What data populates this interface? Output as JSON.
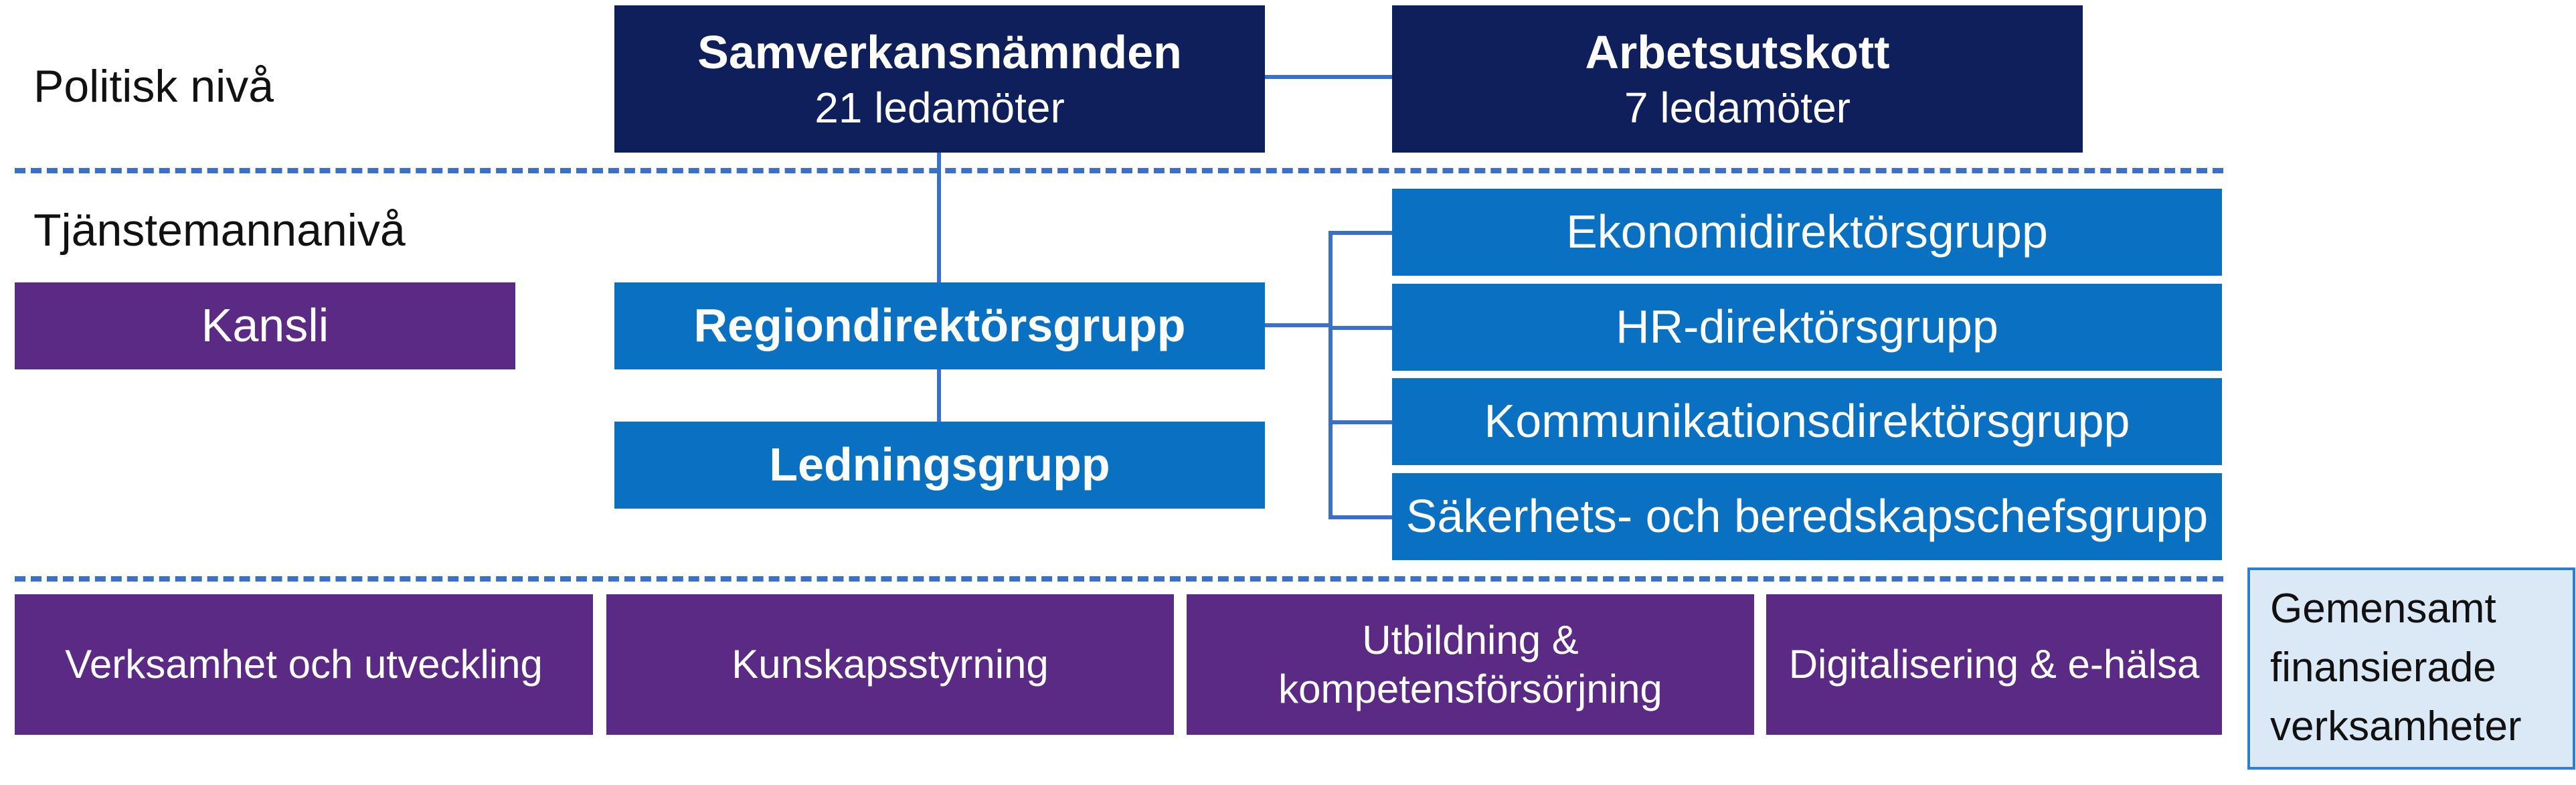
{
  "levels": {
    "political": "Politisk nivå",
    "official": "Tjänstemannanivå"
  },
  "political": {
    "samverkansnamnden": {
      "title": "Samverkansnämnden",
      "subtitle": "21 ledamöter"
    },
    "arbetsutskott": {
      "title": "Arbetsutskott",
      "subtitle": "7 ledamöter"
    }
  },
  "official": {
    "kansli": "Kansli",
    "regiondirektorsgrupp": "Regiondirektörsgrupp",
    "ledningsgrupp": "Ledningsgrupp",
    "groups": [
      "Ekonomidirektörsgrupp",
      "HR-direktörsgrupp",
      "Kommunikationsdirektörsgrupp",
      "Säkerhets- och beredskapschefsgrupp"
    ]
  },
  "operations": [
    {
      "line1": "Verksamhet och utveckling",
      "line2": ""
    },
    {
      "line1": "Kunskapsstyrning",
      "line2": ""
    },
    {
      "line1": "Utbildning &",
      "line2": "kompetensförsörjning"
    },
    {
      "line1": "Digitalisering & e-hälsa",
      "line2": ""
    }
  ],
  "callout": {
    "line1": "Gemensamt",
    "line2": "finansierade",
    "line3": "verksamheter"
  },
  "colors": {
    "navy": "#0f1f5c",
    "blue": "#0a70c2",
    "purple": "#5b2a84",
    "connector": "#3a6fcc",
    "callout_bg": "#dbe8f5"
  }
}
